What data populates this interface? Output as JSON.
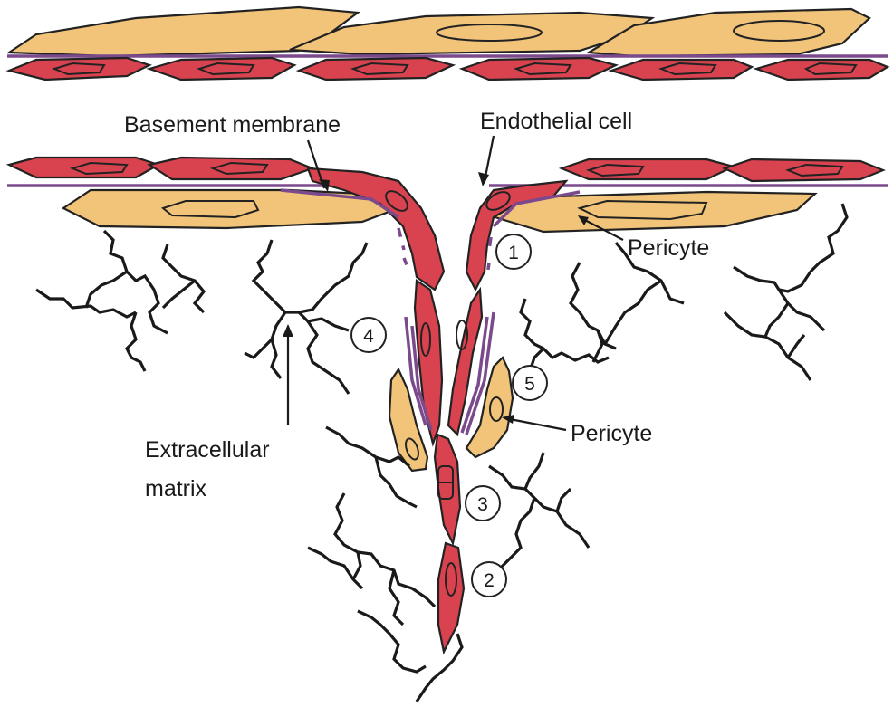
{
  "labels": {
    "basement_membrane": "Basement membrane",
    "endothelial_cell": "Endothelial cell",
    "pericyte_top": "Pericyte",
    "pericyte_mid": "Pericyte",
    "ecm_line1": "Extracellular",
    "ecm_line2": "matrix"
  },
  "steps": [
    "1",
    "2",
    "3",
    "4",
    "5"
  ],
  "colors": {
    "pericyte": "#f2c47a",
    "endothelial": "#d9434f",
    "basement_membrane": "#7b4a8c",
    "matrix": "#1a1a1a"
  }
}
